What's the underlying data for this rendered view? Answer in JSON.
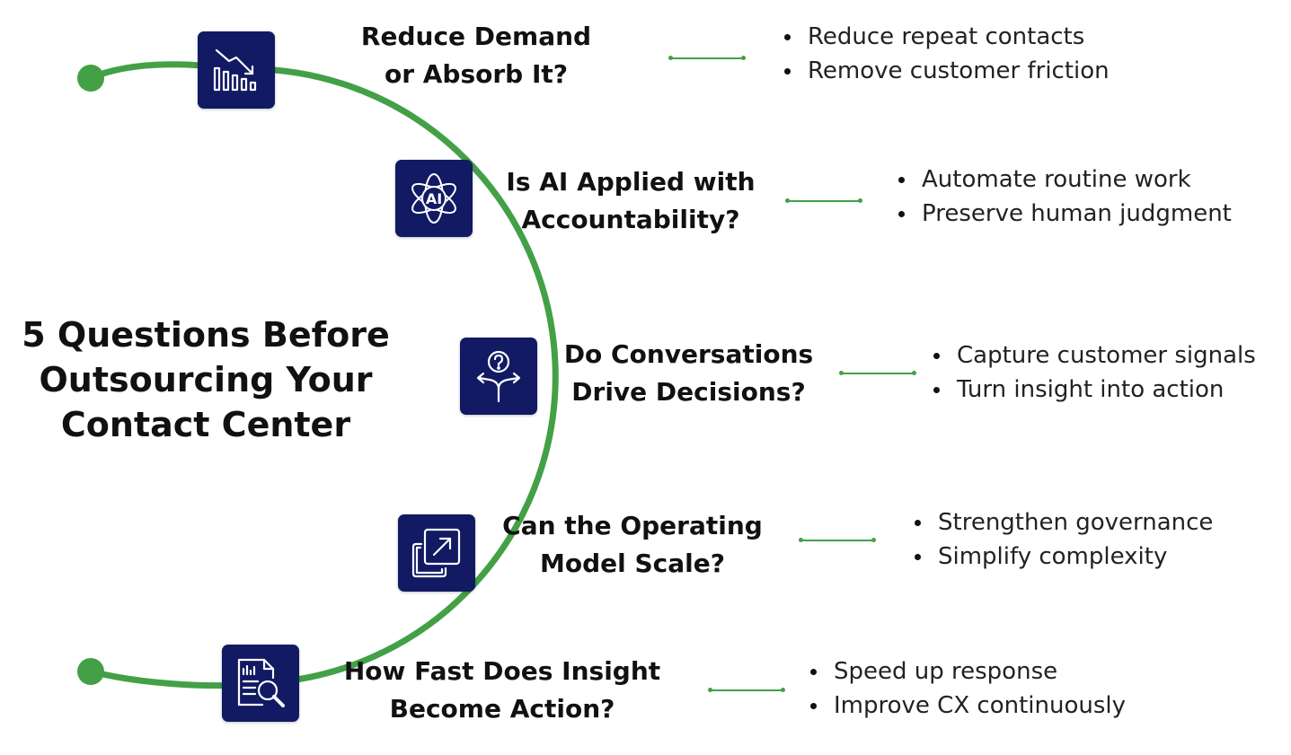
{
  "title_lines": [
    "5 Questions Before",
    "Outsourcing Your",
    "Contact Center"
  ],
  "accent_color": "#43a047",
  "icon_bg_color": "#111a63",
  "questions": [
    {
      "title_lines": [
        "Reduce Demand",
        "or Absorb It?"
      ],
      "icon": "chart-down-icon",
      "bullets": [
        "Reduce repeat contacts",
        "Remove customer friction"
      ]
    },
    {
      "title_lines": [
        "Is AI Applied with",
        "Accountability?"
      ],
      "icon": "ai-atom-icon",
      "icon_label": "AI",
      "bullets": [
        "Automate routine work",
        "Preserve human judgment"
      ]
    },
    {
      "title_lines": [
        "Do Conversations",
        "Drive Decisions?"
      ],
      "icon": "decision-split-icon",
      "bullets": [
        "Capture customer signals",
        "Turn insight into action"
      ]
    },
    {
      "title_lines": [
        "Can the Operating",
        "Model Scale?"
      ],
      "icon": "scale-expand-icon",
      "bullets": [
        "Strengthen governance",
        "Simplify complexity"
      ]
    },
    {
      "title_lines": [
        "How Fast Does Insight",
        "Become Action?"
      ],
      "icon": "report-search-icon",
      "bullets": [
        "Speed up response",
        "Improve CX continuously"
      ]
    }
  ]
}
